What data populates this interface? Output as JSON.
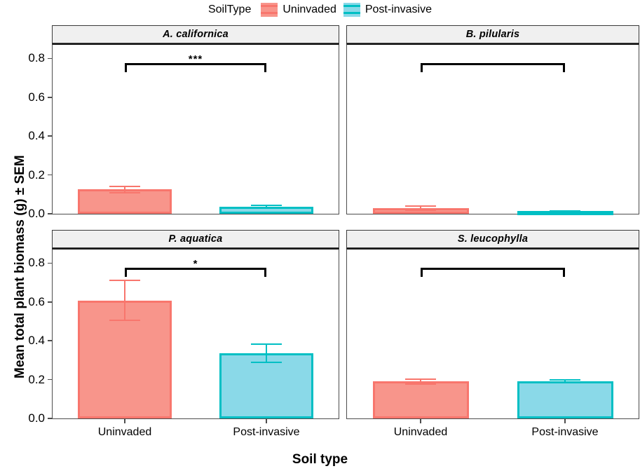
{
  "chart_data": {
    "type": "bar",
    "title": "",
    "xlabel": "Soil type",
    "ylabel": "Mean total plant biomass (g) ± SEM",
    "ylim": [
      0,
      0.87
    ],
    "yticks": [
      0.0,
      0.2,
      0.4,
      0.6,
      0.8
    ],
    "ytick_labels": [
      "0.0",
      "0.2",
      "0.4",
      "0.6",
      "0.8"
    ],
    "categories": [
      "Uninvaded",
      "Post-invasive"
    ],
    "grid": false,
    "legend": {
      "title": "SoilType",
      "position": "top",
      "entries": [
        {
          "label": "Uninvaded",
          "fill": "#F8958B",
          "line": "#F8766D"
        },
        {
          "label": "Post-invasive",
          "fill": "#8AD9E8",
          "line": "#00BFC4"
        }
      ]
    },
    "facets": [
      {
        "name": "A. californica",
        "values": [
          0.125,
          0.035
        ],
        "errors": [
          0.021,
          0.011
        ],
        "annotation": "***"
      },
      {
        "name": "B. pilularis",
        "values": [
          0.028,
          0.013
        ],
        "errors": [
          0.015,
          0.004
        ],
        "annotation": ""
      },
      {
        "name": "P. aquatica",
        "values": [
          0.607,
          0.336
        ],
        "errors": [
          0.106,
          0.052
        ],
        "annotation": "*"
      },
      {
        "name": "S. leucophylla",
        "values": [
          0.19,
          0.19
        ],
        "errors": [
          0.016,
          0.011
        ],
        "annotation": ""
      }
    ]
  },
  "colors": {
    "uninvaded_fill": "#F8958B",
    "uninvaded_line": "#F8766D",
    "postinvasive_fill": "#8AD9E8",
    "postinvasive_line": "#00BFC4",
    "strip_bg": "#F0F0F0",
    "panel_border": "#4d4d4d",
    "text": "#000000"
  }
}
